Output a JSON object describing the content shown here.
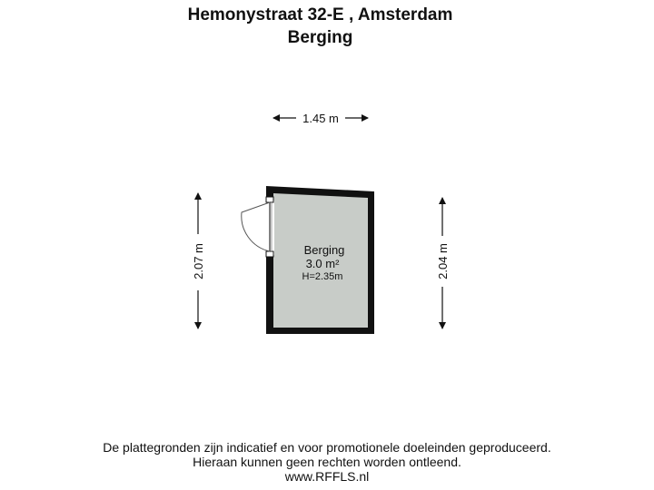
{
  "header": {
    "address": "Hemonystraat 32-E , Amsterdam",
    "room_title": "Berging"
  },
  "room": {
    "name": "Berging",
    "area": "3.0 m²",
    "height": "H=2.35m",
    "fill_color": "#c8ccc8",
    "wall_color": "#111111"
  },
  "dimensions": {
    "width": "1.45 m",
    "left_height": "2.07 m",
    "right_height": "2.04 m"
  },
  "disclaimer": {
    "line1": "De plattegronden zijn indicatief en voor promotionele doeleinden geproduceerd.",
    "line2": "Hieraan kunnen geen rechten worden ontleend.",
    "line3": "www.RFFLS.nl"
  }
}
